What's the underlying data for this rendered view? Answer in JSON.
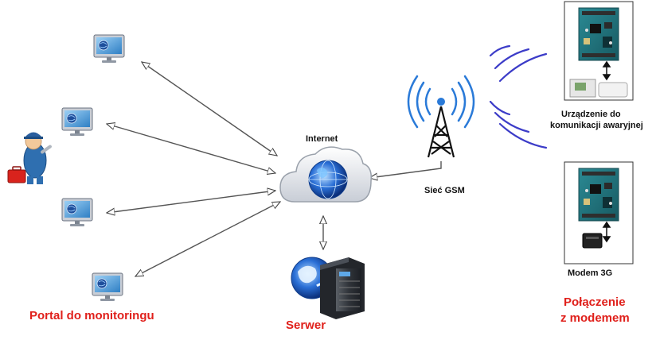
{
  "labels": {
    "internet": "Internet",
    "gsm": "Sieć GSM",
    "device_line1": "Urządzenie do",
    "device_line2": "komunikacji awaryjnej",
    "modem": "Modem 3G",
    "portal": "Portal do monitoringu",
    "server": "Serwer",
    "connection_line1": "Połączenie",
    "connection_line2": "z modemem"
  },
  "colors": {
    "accent_red": "#e0201b",
    "gsm_blue": "#2a7ad8",
    "board_green": "#1f6e78"
  },
  "icons": [
    "monitor-icon",
    "technician-icon",
    "cloud-globe-icon",
    "gsm-tower-icon",
    "server-icon",
    "controller-board-icon",
    "usb-modem-icon"
  ]
}
